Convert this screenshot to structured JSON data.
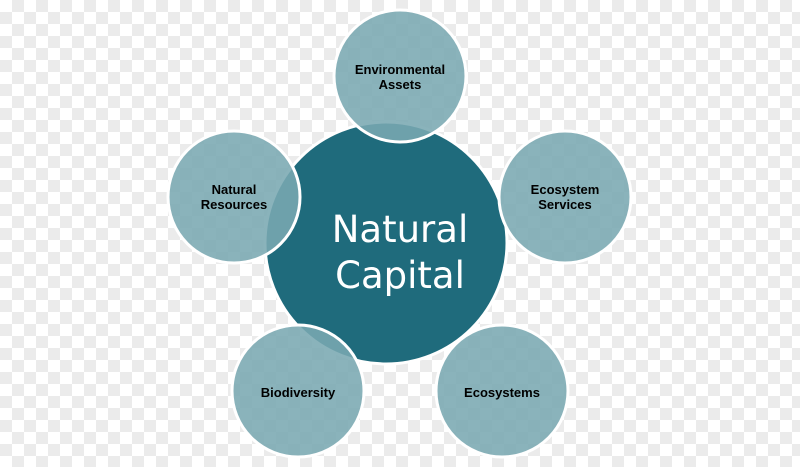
{
  "diagram": {
    "center": {
      "line1": "Natural",
      "line2": "Capital"
    },
    "nodes": {
      "top": {
        "line1": "Environmental",
        "line2": "Assets"
      },
      "right": {
        "line1": "Ecosystem",
        "line2": "Services"
      },
      "bottom_right": {
        "line1": "Ecosystems"
      },
      "bottom_left": {
        "line1": "Biodiversity"
      },
      "left": {
        "line1": "Natural",
        "line2": "Resources"
      }
    },
    "colors": {
      "center_fill": "#1f6b7c",
      "outer_fill": "#7aa9b2",
      "stroke": "#ffffff"
    }
  }
}
